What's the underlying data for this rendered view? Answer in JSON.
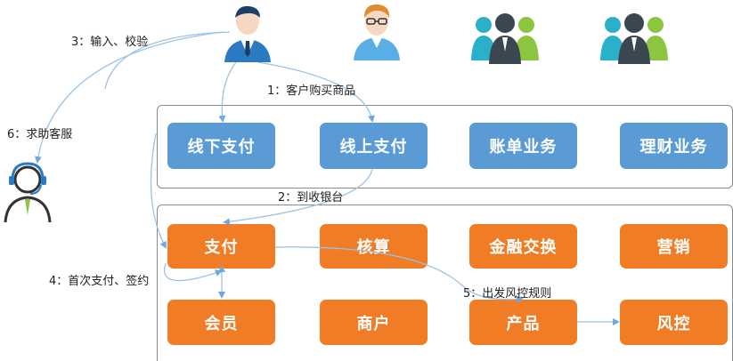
{
  "top_boxes": [
    "线下支付",
    "线上支付",
    "账单业务",
    "理财业务"
  ],
  "core_row1": [
    "支付",
    "核算",
    "金融交换",
    "营销"
  ],
  "core_row2": [
    "会员",
    "商户",
    "产品",
    "风控"
  ],
  "steps": {
    "s1": "1：客户购买商品",
    "s2": "2：到收银台",
    "s3": "3：输入、校验",
    "s4": "4：首次支付、签约",
    "s5": "5：出发风控规则",
    "s6": "6：求助客服"
  },
  "colors": {
    "blue_box": "#5b9bd5",
    "orange_box": "#f07c26",
    "arrow": "#9cc2e5",
    "person_blue": "#2a7bc2",
    "person_dark": "#3a4750",
    "person_green": "#8cc540",
    "person_teal": "#2ab0c8"
  },
  "icons": [
    "businessman-icon",
    "user-glasses-icon",
    "group-icon",
    "group-icon",
    "customer-service-icon"
  ]
}
